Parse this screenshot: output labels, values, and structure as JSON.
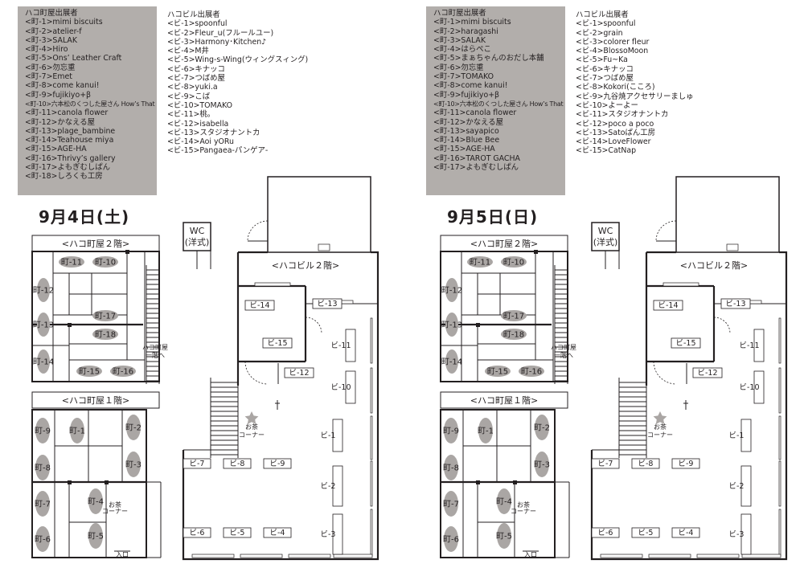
{
  "days": [
    {
      "title": "9月4日(土)",
      "machiya_title": "ハコ町屋出展者",
      "machiya_vendors": [
        "<町-1>mimi biscuits",
        "<町-2>atelier-f",
        "<町-3>SALAK",
        "<町-4>Hiro",
        "<町-5>Ons’ Leather Craft",
        "<町-6>勿忘重",
        "<町-7>Emet",
        "<町-8>come kanui!",
        "<町-9>fujikiyo+β",
        "<町-10>六本松のくつした屋さん How’s That",
        "<町-11>canola flower",
        "<町-12>かなえる屋",
        "<町-13>plage_bambine",
        "<町-14>Teahouse miya",
        "<町-15>AGE-HA",
        "<町-16>Thrivy’s gallery",
        "<町-17>よもぎむしぱん",
        "<町-18>しろくも工房"
      ],
      "building_title": "ハコビル出展者",
      "building_vendors": [
        "<ビ-1>spoonful",
        "<ビ-2>Fleur_u(フルールユー)",
        "<ビ-3>Harmony･Kitchen♪",
        "<ビ-4>M井",
        "<ビ-5>Wing-s-Wing(ウィングスィング)",
        "<ビ-6>キナッコ",
        "<ビ-7>つばめ屋",
        "<ビ-8>yuki.a",
        "<ビ-9>こば",
        "<ビ-10>TOMAKO",
        "<ビ-11>桃。",
        "<ビ-12>isabella",
        "<ビ-13>スタジオナントカ",
        "<ビ-14>Aoi yORu",
        "<ビ-15>Pangaea-パンゲア-"
      ]
    },
    {
      "title": "9月5日(日)",
      "machiya_title": "ハコ町屋出展者",
      "machiya_vendors": [
        "<町-1>mimi biscuits",
        "<町-2>haragashi",
        "<町-3>SALAK",
        "<町-4>はらぺこ",
        "<町-5>まぁちゃんのおだし本舗",
        "<町-6>勿忘重",
        "<町-7>TOMAKO",
        "<町-8>come kanui!",
        "<町-9>fujikiyo+β",
        "<町-10>六本松のくつした屋さん How’s That",
        "<町-11>canola flower",
        "<町-12>かなえる屋",
        "<町-13>sayapico",
        "<町-14>Blue Bee",
        "<町-15>AGE-HA",
        "<町-16>TAROT GACHA",
        "<町-17>よもぎむしぱん"
      ],
      "building_title": "ハコビル出展者",
      "building_vendors": [
        "<ビ-1>spoonful",
        "<ビ-2>grain",
        "<ビ-3>colorer fleur",
        "<ビ-4>BlossoMoon",
        "<ビ-5>Fu~Ka",
        "<ビ-6>キナッコ",
        "<ビ-7>つばめ屋",
        "<ビ-8>Kokori(こころ)",
        "<ビ-9>九谷焼アクセサリーましゅ",
        "<ビ-10>よーよー",
        "<ビ-11>スタジオナントカ",
        "<ビ-12>poco a poco",
        "<ビ-13>Satoぱん工房",
        "<ビ-14>LoveFlower",
        "<ビ-15>CatNap"
      ]
    }
  ],
  "map_labels": {
    "wc": "WC",
    "wc_sub": "(洋式)",
    "machiya_2f": "<ハコ町屋２階>",
    "machiya_1f": "<ハコ町屋１階>",
    "building_2f": "<ハコビル２階>",
    "stairs_note": "ハコ町屋一階へ",
    "tea_corner": "お茶コーナー",
    "tea_corner_small": "お茶コーナー",
    "entrance": "入口"
  },
  "machiya_2f_seats": [
    "町-11",
    "町-10",
    "町-12",
    "町-13",
    "町-17",
    "町-18",
    "町-14",
    "町-15",
    "町-16"
  ],
  "machiya_1f_seats": [
    "町-9",
    "町-1",
    "町-2",
    "町-3",
    "町-8",
    "町-7",
    "町-4",
    "町-6",
    "町-5"
  ],
  "building_booths": [
    "ビ-1",
    "ビ-2",
    "ビ-3",
    "ビ-4",
    "ビ-5",
    "ビ-6",
    "ビ-7",
    "ビ-8",
    "ビ-9",
    "ビ-10",
    "ビ-11",
    "ビ-12",
    "ビ-13",
    "ビ-14",
    "ビ-15"
  ],
  "colors": {
    "vendor_box_bg": "#b2aeab",
    "seat_fill": "#aaa6a4",
    "line": "#231f20"
  }
}
